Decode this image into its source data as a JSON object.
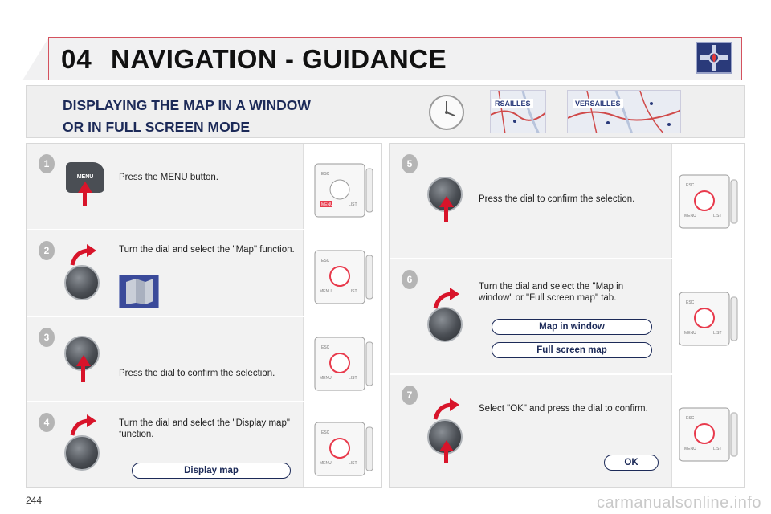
{
  "header": {
    "chapter_number": "04",
    "title": "NAVIGATION - GUIDANCE",
    "icon": "navigation-crosshair-icon",
    "accent_color": "#d4525e"
  },
  "section": {
    "title_line1": "DISPLAYING THE MAP IN A WINDOW",
    "title_line2": "OR IN FULL SCREEN MODE",
    "map_label_1": "RSAILLES",
    "map_label_2": "VERSAILLES"
  },
  "steps_left": [
    {
      "number": "1",
      "text": "Press the MENU button.",
      "button_label": "MENU"
    },
    {
      "number": "2",
      "text": "Turn the dial and select the \"Map\" function."
    },
    {
      "number": "3",
      "text": "Press the dial to confirm the selection."
    },
    {
      "number": "4",
      "text": "Turn the dial and select the \"Display map\" function.",
      "option": "Display map"
    }
  ],
  "steps_right": [
    {
      "number": "5",
      "text": "Press the dial to confirm the selection."
    },
    {
      "number": "6",
      "text": "Turn the dial and select the \"Map in window\" or \"Full screen map\" tab.",
      "option_1": "Map in window",
      "option_2": "Full screen map"
    },
    {
      "number": "7",
      "text": "Select \"OK\" and press the dial to confirm.",
      "option": "OK"
    }
  ],
  "console_labels": {
    "esc": "ESC",
    "menu": "MENU",
    "list": "LIST"
  },
  "footer": {
    "page_number": "244",
    "watermark": "carmanualsonline.info"
  }
}
